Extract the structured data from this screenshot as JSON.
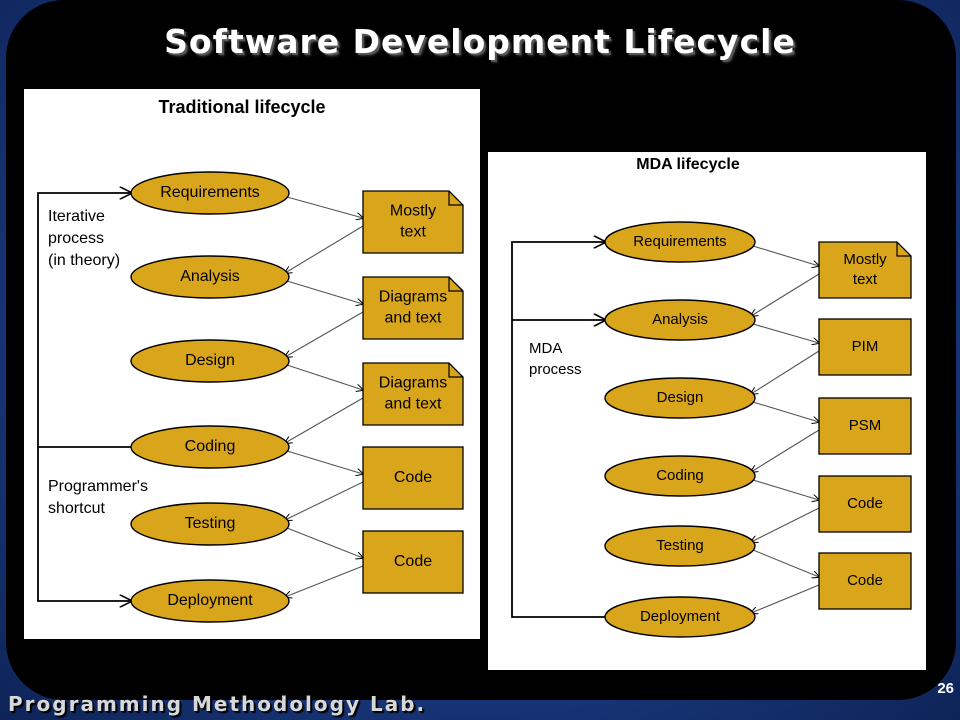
{
  "slide": {
    "title": "Software Development Lifecycle",
    "footer_lab": "Programming Methodology Lab.",
    "page_number": "26"
  },
  "traditional": {
    "title": "Traditional lifecycle",
    "phases": [
      "Requirements",
      "Analysis",
      "Design",
      "Coding",
      "Testing",
      "Deployment"
    ],
    "artifacts": [
      {
        "lines": [
          "Mostly",
          "text"
        ],
        "shape": "note"
      },
      {
        "lines": [
          "Diagrams",
          "and text"
        ],
        "shape": "note"
      },
      {
        "lines": [
          "Diagrams",
          "and text"
        ],
        "shape": "note"
      },
      {
        "lines": [
          "Code"
        ],
        "shape": "box"
      },
      {
        "lines": [
          "Code"
        ],
        "shape": "box"
      }
    ],
    "iterative_label": [
      "Iterative",
      "process",
      "(in theory)"
    ],
    "shortcut_label": [
      "Programmer's",
      "shortcut"
    ]
  },
  "mda": {
    "title": "MDA lifecycle",
    "phases": [
      "Requirements",
      "Analysis",
      "Design",
      "Coding",
      "Testing",
      "Deployment"
    ],
    "artifacts": [
      {
        "lines": [
          "Mostly",
          "text"
        ],
        "shape": "note"
      },
      {
        "lines": [
          "PIM"
        ],
        "shape": "box"
      },
      {
        "lines": [
          "PSM"
        ],
        "shape": "box"
      },
      {
        "lines": [
          "Code"
        ],
        "shape": "box"
      },
      {
        "lines": [
          "Code"
        ],
        "shape": "box"
      }
    ],
    "process_label": [
      "MDA",
      "process"
    ]
  },
  "colors": {
    "fill": "#d9a51b",
    "stroke": "#000000",
    "connector": "#555555"
  }
}
